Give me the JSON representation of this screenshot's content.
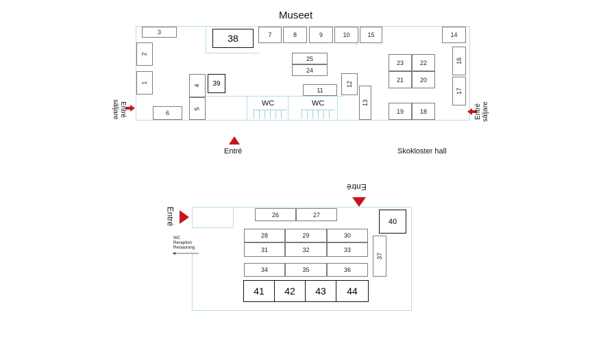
{
  "title": "Museet",
  "hall_name": "Skokloster hall",
  "entrance_label": "Entré",
  "seller_entrance_line1": "Entré",
  "seller_entrance_line2": "säljare",
  "wc_label": "WC",
  "info_lines": [
    "WC",
    "Reception",
    "Restaurang"
  ],
  "booths": [
    "1",
    "2",
    "3",
    "4",
    "5",
    "6",
    "7",
    "8",
    "9",
    "10",
    "11",
    "12",
    "13",
    "14",
    "15",
    "16",
    "17",
    "18",
    "19",
    "20",
    "21",
    "22",
    "23",
    "24",
    "25",
    "26",
    "27",
    "28",
    "29",
    "30",
    "31",
    "32",
    "33",
    "34",
    "35",
    "36",
    "37",
    "38",
    "39",
    "40",
    "41",
    "42",
    "43",
    "44"
  ],
  "colors": {
    "wall": "#b8dde6",
    "arrow": "#c4161c",
    "booth_border": "#7d7d7d"
  }
}
